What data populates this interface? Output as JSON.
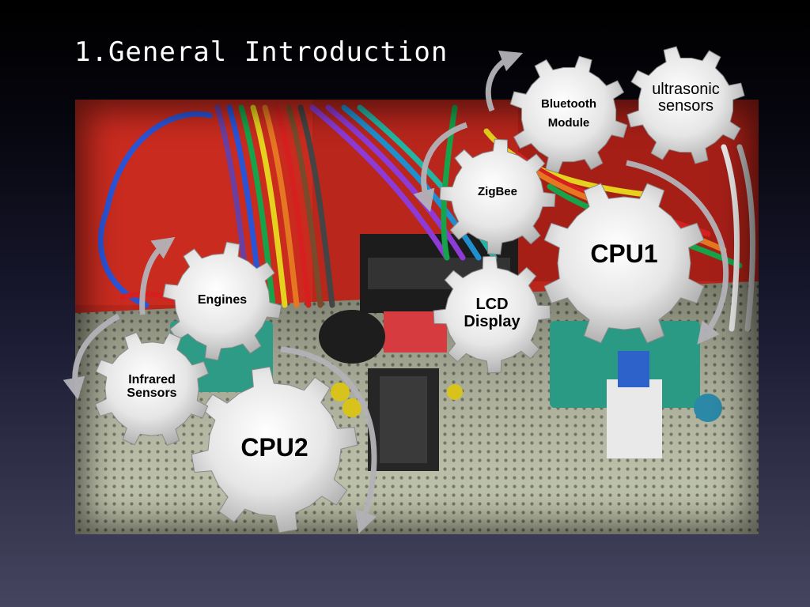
{
  "slide": {
    "title": "1.General Introduction"
  },
  "gears": {
    "cpu1": "CPU1",
    "cpu2": "CPU2",
    "zigbee": "ZigBee",
    "bluetooth": "Bluetooth\nModule",
    "ultrasonic": "ultrasonic\nsensors",
    "lcd": "LCD\nDisplay",
    "engines": "Engines",
    "infrared": "Infrared\nSensors"
  },
  "colors": {
    "gear_fill_center": "#ffffff",
    "gear_fill_edge": "#a9a9a9",
    "arrow": "#b3b3b8",
    "board": "#c6c9b0",
    "board_red": "#c8281e"
  }
}
